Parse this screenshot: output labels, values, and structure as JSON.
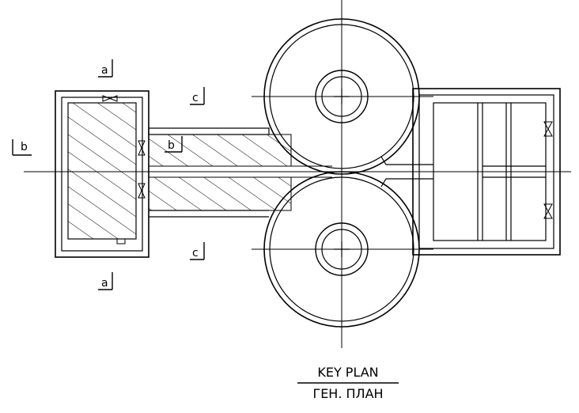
{
  "drawing": {
    "title_en": "KEY PLAN",
    "title_ru": "ГЕН. ПЛАН",
    "section_markers": [
      {
        "id": "a-top",
        "letter": "a"
      },
      {
        "id": "a-bottom",
        "letter": "a"
      },
      {
        "id": "b-left",
        "letter": "b"
      },
      {
        "id": "b-center",
        "letter": "b"
      },
      {
        "id": "c-top",
        "letter": "c"
      },
      {
        "id": "c-bottom",
        "letter": "c"
      }
    ]
  }
}
